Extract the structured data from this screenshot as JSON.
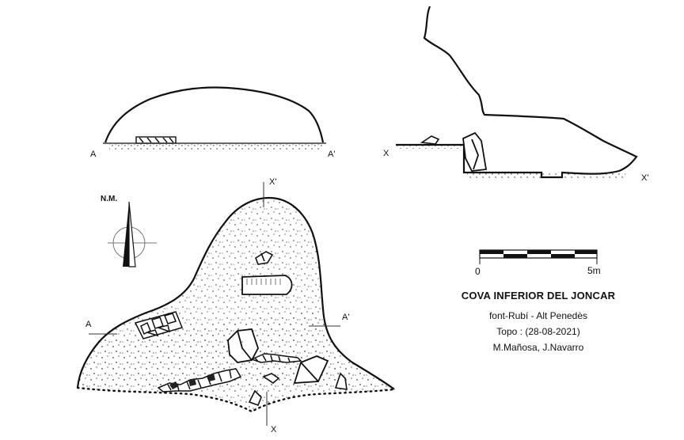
{
  "section_aa": {
    "start_label": "A",
    "end_label": "A'"
  },
  "section_xx": {
    "start_label": "X",
    "end_label": "X'"
  },
  "plan": {
    "a_label": "A",
    "a_prime_label": "A'",
    "x_label": "X",
    "x_prime_label": "X'"
  },
  "north": {
    "label": "N.M."
  },
  "scale": {
    "start_label": "0",
    "end_label": "5m"
  },
  "info": {
    "title": "COVA INFERIOR DEL JONCAR",
    "location": "font-Rubí - Alt Penedès",
    "survey": "Topo : (28-08-2021)",
    "authors": "M.Mañosa, J.Navarro"
  },
  "colors": {
    "ink": "#111111",
    "background": "#ffffff"
  }
}
